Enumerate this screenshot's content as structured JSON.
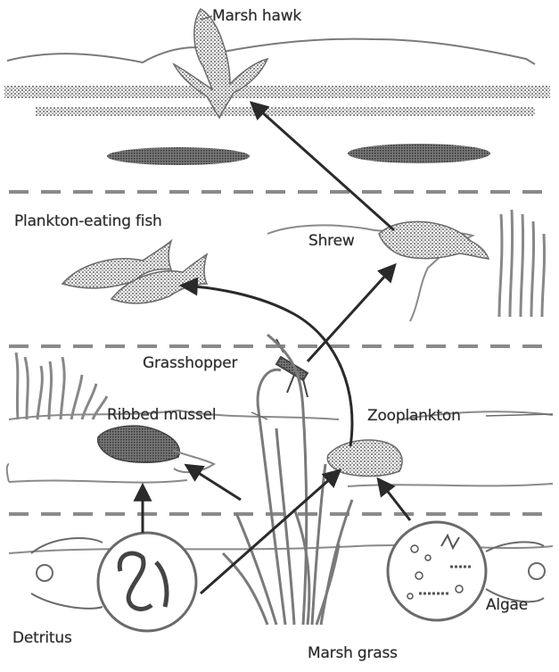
{
  "labels": {
    "marsh_hawk": "Marsh hawk",
    "plankton_fish": "Plankton-eating fish",
    "shrew": "Shrew",
    "grasshopper": "Grasshopper",
    "ribbed_mussel": "Ribbed mussel",
    "zooplankton": "Zooplankton",
    "detritus": "Detritus",
    "algae": "Algae",
    "marsh_grass": "Marsh grass"
  },
  "colors": {
    "ink": "#2a2a2a",
    "stipple": "#9a9a9a",
    "dark_band": "#555555"
  }
}
